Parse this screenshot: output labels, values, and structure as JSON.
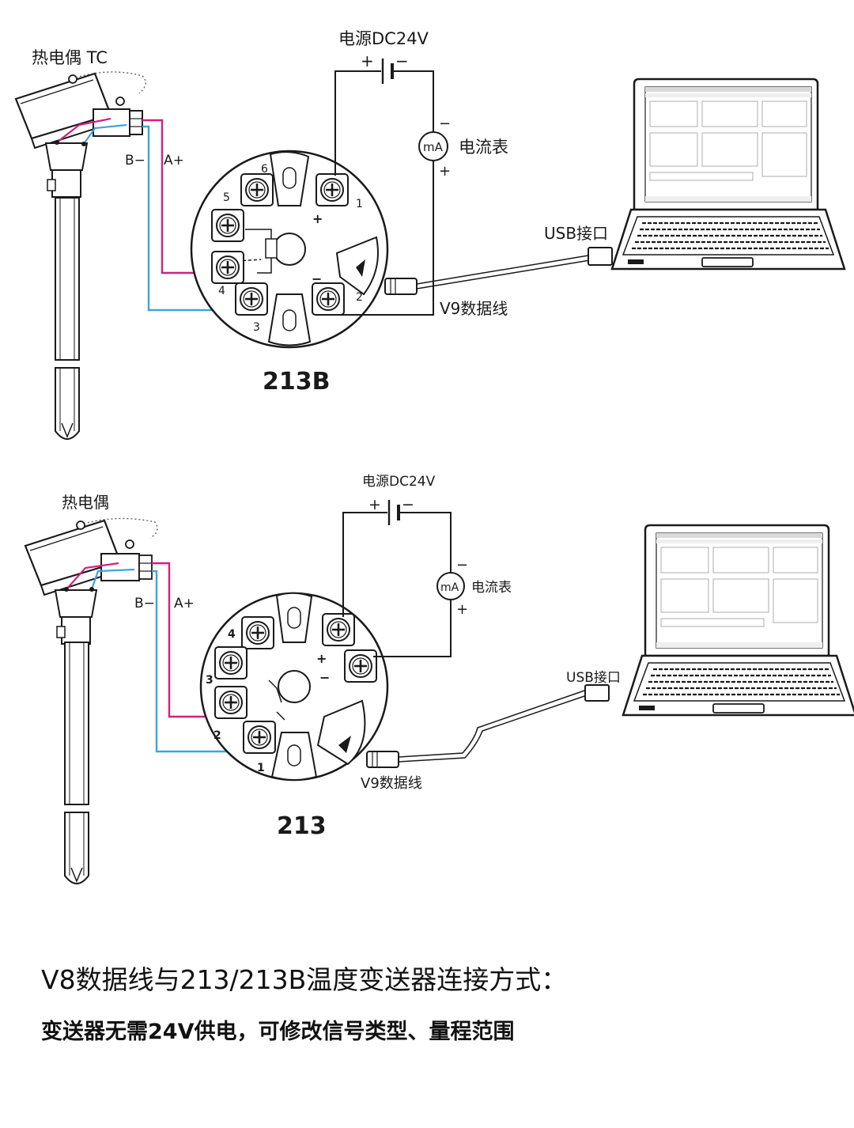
{
  "colors": {
    "pos_wire": "#d3217a",
    "neg_wire": "#3fa4d9",
    "line": "#1a1a1a"
  },
  "diagram_top": {
    "sensor_label": "热电偶 TC",
    "power_label": "电源DC24V",
    "power_plus": "+",
    "power_minus": "−",
    "meter_symbol": "mA",
    "meter_label": "电流表",
    "meter_minus": "−",
    "meter_plus": "+",
    "wire_neg": "B−",
    "wire_pos": "A+",
    "usb_label": "USB接口",
    "cable_label": "V9数据线",
    "model": "213B",
    "terminals": [
      "1",
      "2",
      "3",
      "4",
      "5",
      "6"
    ],
    "terminal_plus": "+",
    "terminal_minus": "−"
  },
  "diagram_bottom": {
    "sensor_label": "热电偶",
    "power_label": "电源DC24V",
    "power_plus": "+",
    "power_minus": "−",
    "meter_symbol": "mA",
    "meter_label": "电流表",
    "meter_minus": "−",
    "meter_plus": "+",
    "wire_neg": "B−",
    "wire_pos": "A+",
    "usb_label": "USB接口",
    "cable_label": "V9数据线",
    "model": "213",
    "terminals": [
      "1",
      "2",
      "3",
      "4"
    ],
    "terminal_plus": "+",
    "terminal_minus": "−"
  },
  "caption": {
    "title": "V8数据线与213/213B温度变送器连接方式：",
    "subtitle": "变送器无需24V供电，可修改信号类型、量程范围"
  },
  "icons": [
    "thermocouple-icon",
    "battery-icon",
    "ammeter-icon",
    "transmitter-icon",
    "laptop-icon",
    "usb-plug-icon",
    "screw-terminal-icon"
  ]
}
